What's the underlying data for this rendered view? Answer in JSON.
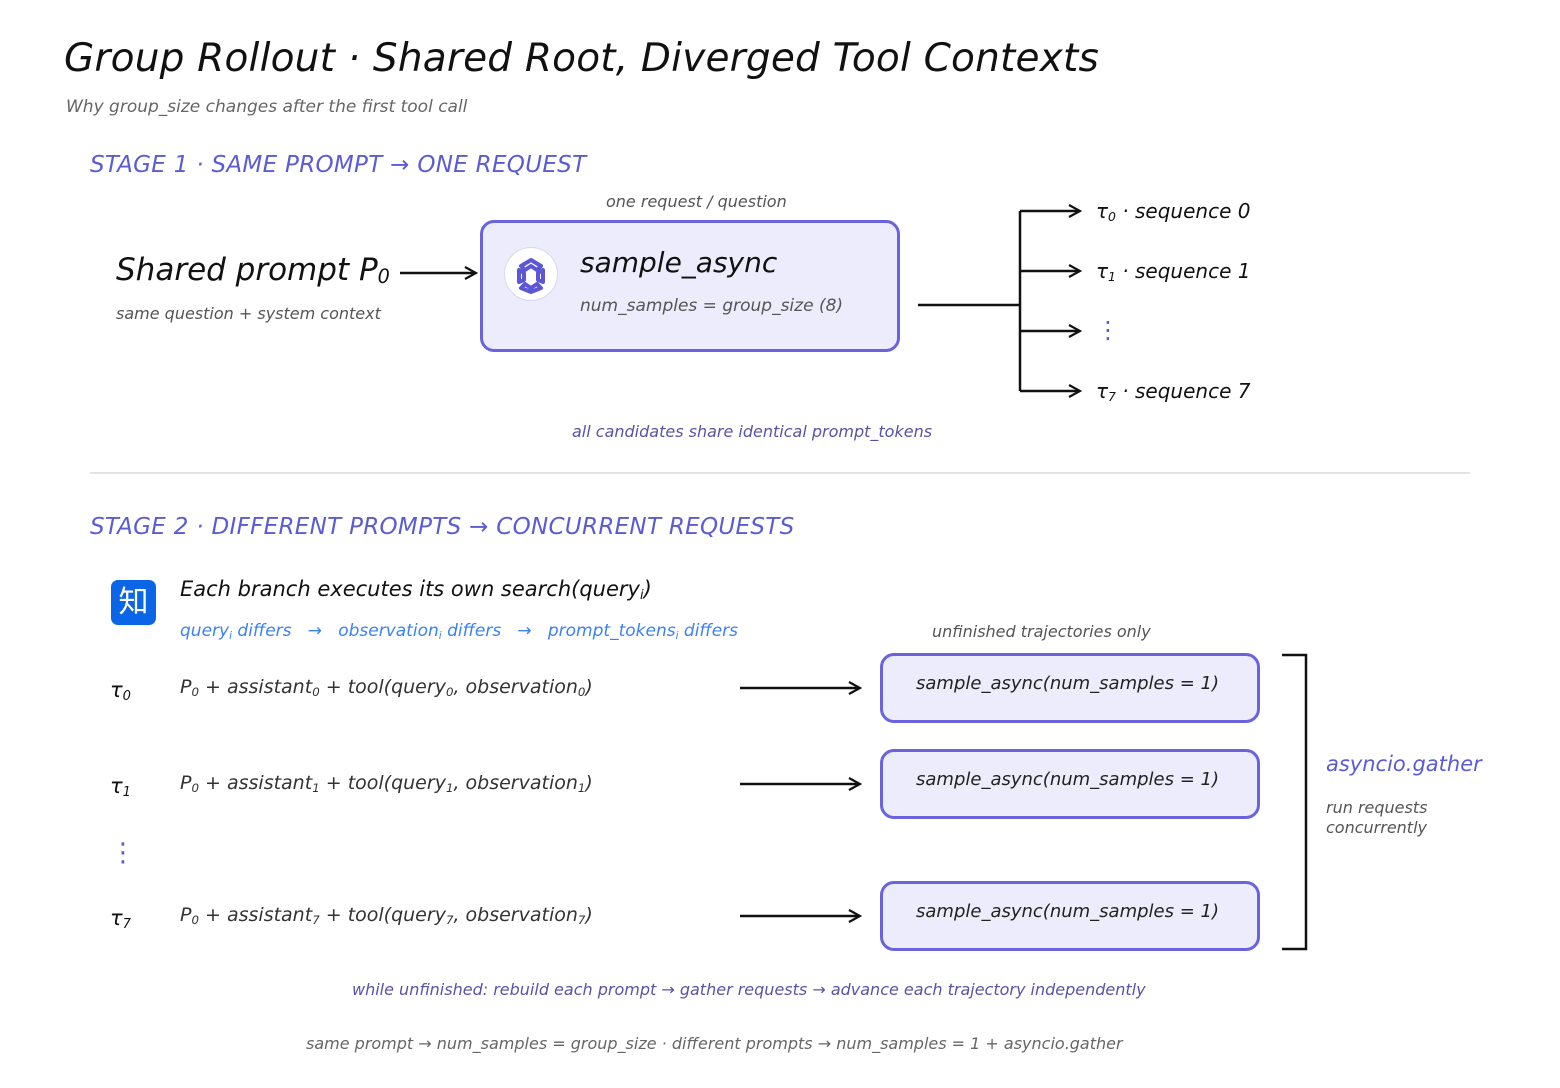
{
  "title": "Group Rollout · Shared Root, Diverged Tool Contexts",
  "subtitle": "Why group_size changes after the first tool call",
  "stage1": {
    "heading": "STAGE 1  ·  SAME PROMPT → ONE REQUEST",
    "prompt_label": "Shared prompt P",
    "prompt_sub": "0",
    "prompt_note": "same question + system context",
    "box_caption": "one request / question",
    "box_title": "sample_async",
    "box_detail": "num_samples = group_size (8)",
    "outputs": [
      {
        "tau": "τ",
        "sub": "0",
        "label": "· sequence 0"
      },
      {
        "tau": "τ",
        "sub": "1",
        "label": "· sequence 1"
      },
      {
        "tau": "τ",
        "sub": "7",
        "label": "· sequence 7"
      }
    ],
    "ellipsis": "⋮",
    "footer": "all candidates share identical prompt_tokens"
  },
  "stage2": {
    "heading": "STAGE 2  ·  DIFFERENT PROMPTS → CONCURRENT REQUESTS",
    "search_icon_char": "知",
    "branch_title": "Each branch executes its own search(query",
    "branch_title_sub": "i",
    "branch_title_end": ")",
    "diff_parts": [
      "query",
      "differs",
      "observation",
      "differs",
      "prompt_tokens",
      "differs"
    ],
    "diff_sub": "i",
    "arrow": "→",
    "unfinished_note": "unfinished trajectories only",
    "rows": [
      {
        "tau": "τ",
        "sub": "0",
        "p": "P",
        "psub": "0",
        "a": "+ assistant",
        "asub": "0",
        "t": "+ tool(query",
        "tsub": "0",
        "o": ", observation",
        "osub": "0",
        "close": ")",
        "request": "sample_async(num_samples = 1)"
      },
      {
        "tau": "τ",
        "sub": "1",
        "p": "P",
        "psub": "0",
        "a": "+ assistant",
        "asub": "1",
        "t": "+ tool(query",
        "tsub": "1",
        "o": ", observation",
        "osub": "1",
        "close": ")",
        "request": "sample_async(num_samples = 1)"
      },
      {
        "tau": "τ",
        "sub": "7",
        "p": "P",
        "psub": "0",
        "a": "+ assistant",
        "asub": "7",
        "t": "+ tool(query",
        "tsub": "7",
        "o": ", observation",
        "osub": "7",
        "close": ")",
        "request": "sample_async(num_samples = 1)"
      }
    ],
    "ellipsis": "⋮",
    "gather_label": "asyncio.gather",
    "gather_note_1": "run requests",
    "gather_note_2": "concurrently",
    "loop_note": "while unfinished: rebuild each prompt  →  gather requests  →  advance each trajectory independently"
  },
  "footer": "same prompt → num_samples = group_size   ·   different prompts → num_samples = 1 + asyncio.gather",
  "colors": {
    "accent": "#5b5bd6",
    "box_fill": "#ececfd",
    "box_border": "#6b63dd",
    "link_blue": "#3b82f6",
    "icon_blue": "#0a66e6"
  }
}
